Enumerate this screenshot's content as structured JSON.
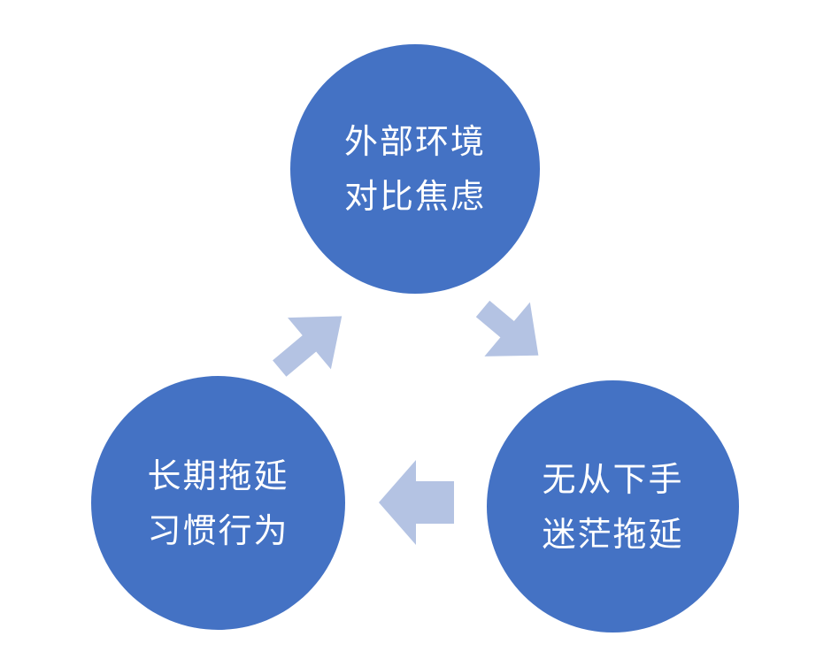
{
  "colors": {
    "node_fill": "#4472c4",
    "arrow_fill": "#b4c3e3",
    "node_text": "#ffffff",
    "background": "#ffffff"
  },
  "nodes": {
    "top": {
      "line1": "外部环境",
      "line2": "对比焦虑"
    },
    "right": {
      "line1": "无从下手",
      "line2": "迷茫拖延"
    },
    "left": {
      "line1": "长期拖延",
      "line2": "习惯行为"
    }
  },
  "arrows": [
    {
      "from": "top",
      "to": "right"
    },
    {
      "from": "right",
      "to": "left"
    },
    {
      "from": "left",
      "to": "top"
    }
  ]
}
